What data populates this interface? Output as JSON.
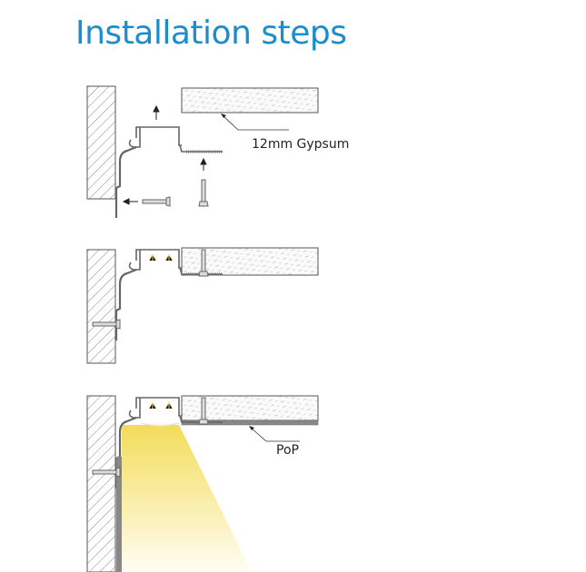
{
  "title": "Installation steps",
  "labels": {
    "gypsum": "12mm Gypsum",
    "pop": "PoP"
  },
  "colors": {
    "title": "#1b8ccc",
    "light": "#f5e06a",
    "line": "#555555"
  }
}
